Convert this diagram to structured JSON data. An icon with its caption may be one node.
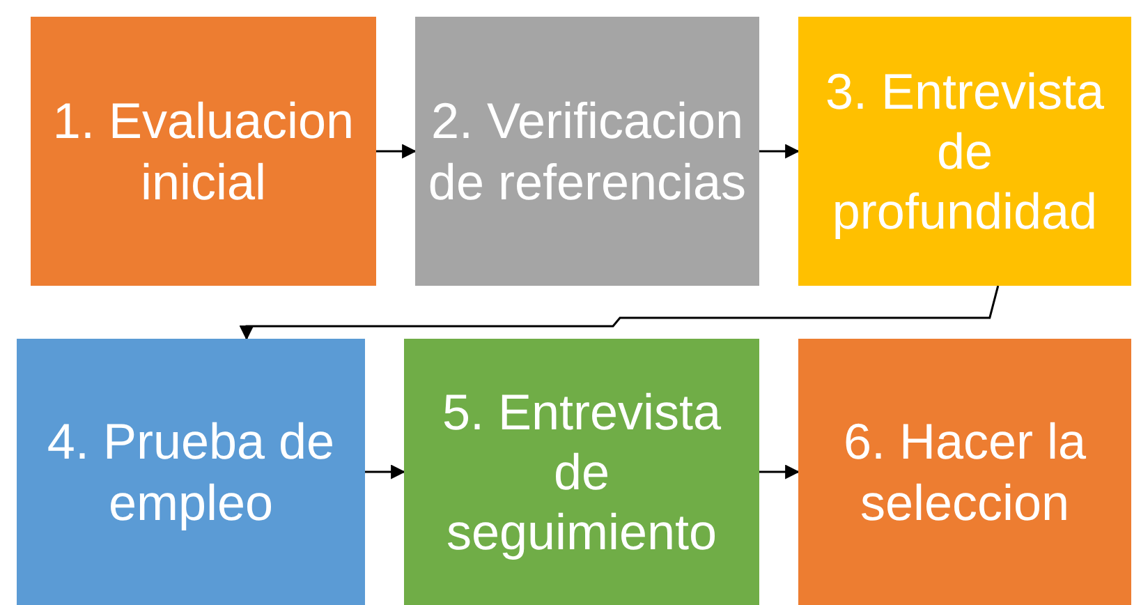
{
  "diagram": {
    "nodes": [
      {
        "text": [
          "1. Evaluacion inicial"
        ]
      },
      {
        "text": [
          "2. Verificacion de referencias"
        ]
      },
      {
        "text": [
          "3. Entrevista de profundidad"
        ]
      },
      {
        "text": [
          "4. Prueba de empleo"
        ]
      },
      {
        "text": [
          "5. Entrevista de seguimiento"
        ]
      },
      {
        "text": [
          "6. Hacer la seleccion"
        ]
      }
    ],
    "edges": [
      {
        "from": 0,
        "to": 1,
        "arrow": "to"
      },
      {
        "from": 1,
        "to": 2,
        "arrow": "to"
      },
      {
        "from": 2,
        "to": 3,
        "arrow": "to"
      },
      {
        "from": 3,
        "to": 4,
        "arrow": "to"
      },
      {
        "from": 4,
        "to": 5,
        "arrow": "to"
      }
    ]
  }
}
